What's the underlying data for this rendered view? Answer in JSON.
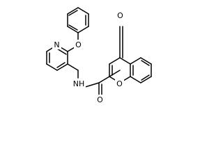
{
  "atoms": {
    "ketone_oxygen": "O",
    "phenoxy_oxygen": "O",
    "pyridine_nitrogen": "N",
    "amide_nitrogen": "NH",
    "ring_oxygen": "O",
    "amide_oxygen": "O"
  },
  "colors": {
    "bond": "#000000",
    "label": "#000000",
    "background": "#ffffff"
  }
}
